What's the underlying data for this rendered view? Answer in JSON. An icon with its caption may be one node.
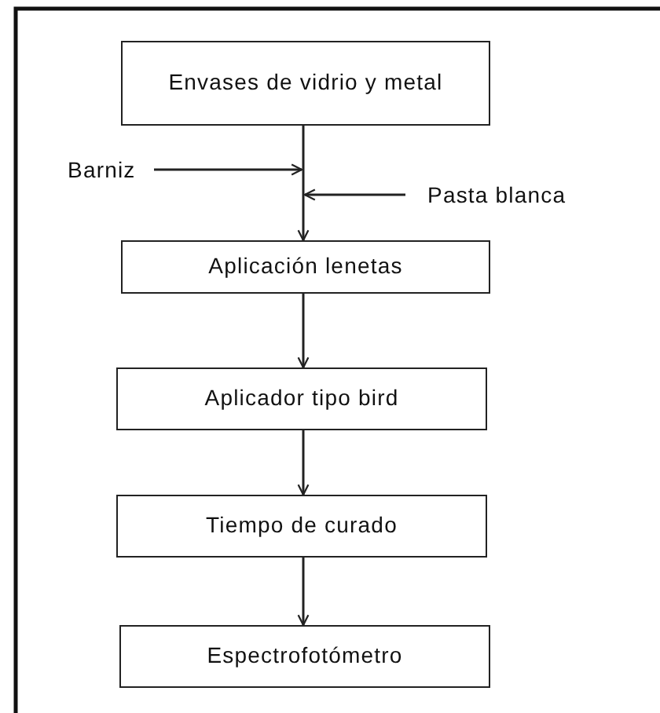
{
  "diagram": {
    "nodes": [
      {
        "text": [
          "Envases de vidrio y metal"
        ]
      },
      {
        "text": [
          "Aplicación lenetas"
        ]
      },
      {
        "text": [
          "Aplicador tipo bird"
        ]
      },
      {
        "text": [
          "Tiempo de curado"
        ]
      },
      {
        "text": [
          "Espectrofotómetro"
        ]
      },
      {
        "text": [
          "Barniz"
        ]
      },
      {
        "text": [
          "Pasta blanca"
        ]
      }
    ],
    "edges": [
      {
        "from": 0,
        "to": 1,
        "arrow": "to"
      },
      {
        "from": 1,
        "to": 2,
        "arrow": "to"
      },
      {
        "from": 2,
        "to": 3,
        "arrow": "to"
      },
      {
        "from": 3,
        "to": 4,
        "arrow": "to"
      },
      {
        "from": 5,
        "to": null,
        "arrow": "to"
      },
      {
        "from": 6,
        "to": null,
        "arrow": "to"
      }
    ]
  }
}
